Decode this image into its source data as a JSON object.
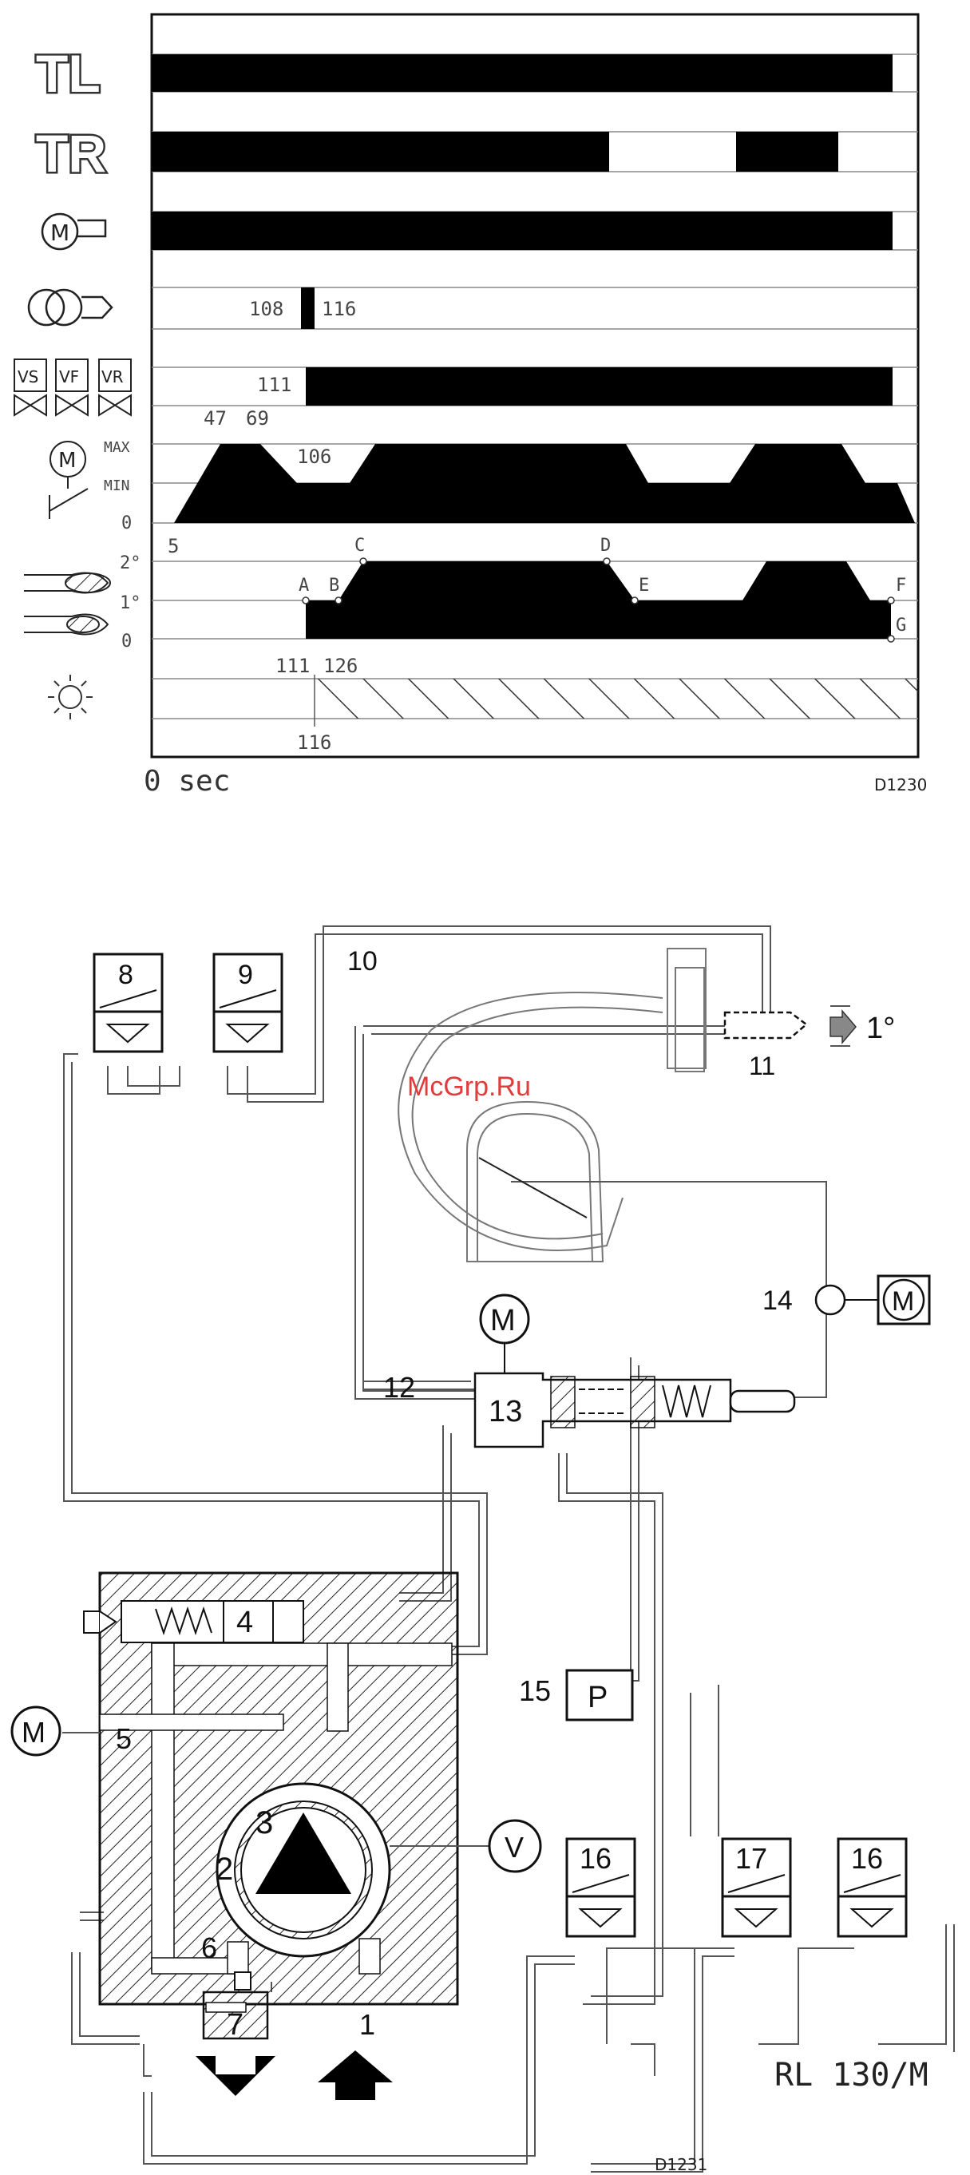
{
  "timing_diagram": {
    "rows": {
      "tl": "TL",
      "tr": "TR"
    },
    "valve_labels": [
      "VS",
      "VF",
      "VR"
    ],
    "air_damper": {
      "levels": [
        "MAX",
        "MIN",
        "0"
      ],
      "times": [
        "47",
        "69",
        "106",
        "5"
      ]
    },
    "ignition_times": [
      "108",
      "116"
    ],
    "valve_open_time": "111",
    "fuel_stage": {
      "levels": [
        "2°",
        "1°",
        "0"
      ],
      "points": [
        "A",
        "B",
        "C",
        "D",
        "E",
        "F",
        "G"
      ],
      "times": [
        "111",
        "126"
      ]
    },
    "flame_time": "116",
    "x_axis_label": "0 sec",
    "figure_code": "D1230"
  },
  "hydraulic_diagram": {
    "callouts": [
      "1",
      "2",
      "3",
      "4",
      "5",
      "6",
      "7",
      "8",
      "9",
      "10",
      "11",
      "12",
      "13",
      "14",
      "15",
      "16",
      "17",
      "16"
    ],
    "nozzle_stage": "1°",
    "motor_symbol": "M",
    "pressure_symbol": "P",
    "vacuum_symbol": "V",
    "model": "RL 130/M",
    "figure_code": "D1231",
    "watermark": "McGrp.Ru"
  }
}
